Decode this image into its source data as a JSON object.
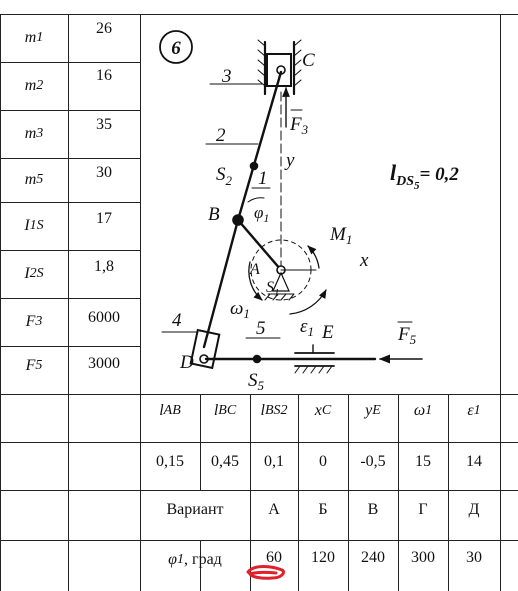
{
  "params": [
    {
      "symbol": "m",
      "sub": "1",
      "value": "26"
    },
    {
      "symbol": "m",
      "sub": "2",
      "value": "16"
    },
    {
      "symbol": "m",
      "sub": "3",
      "value": "35"
    },
    {
      "symbol": "m",
      "sub": "5",
      "value": "30"
    },
    {
      "symbol": "I",
      "sub": "1S",
      "value": "17"
    },
    {
      "symbol": "I",
      "sub": "2S",
      "value": "1,8"
    },
    {
      "symbol": "F",
      "sub": "3",
      "value": "6000"
    },
    {
      "symbol": "F",
      "sub": "5",
      "value": "3000"
    }
  ],
  "diagram": {
    "number": "6",
    "formula_l": "l",
    "formula_sub": "DS",
    "formula_subsub": "5",
    "formula_rest": "= 0,2",
    "labels": {
      "n3": "3",
      "C": "C",
      "F3": "F",
      "F3sub": "3",
      "n2": "2",
      "S2": "S",
      "S2sub": "2",
      "y": "y",
      "n1": "1",
      "B": "B",
      "phi1": "φ",
      "phi1sub": "1",
      "M1": "M",
      "M1sub": "1",
      "A": "A",
      "S1": "S",
      "S1sub": "1",
      "x": "x",
      "omega1": "ω",
      "omega1sub": "1",
      "n4": "4",
      "n5": "5",
      "eps1": "ε",
      "eps1sub": "1",
      "E": "E",
      "F5": "F",
      "F5sub": "5",
      "D": "D",
      "S5": "S",
      "S5sub": "5"
    }
  },
  "geom_header": [
    {
      "symbol": "l",
      "sub": "AB"
    },
    {
      "symbol": "l",
      "sub": "BC"
    },
    {
      "symbol": "l",
      "sub": "BS2"
    },
    {
      "symbol": "x",
      "sub": "C"
    },
    {
      "symbol": "y",
      "sub": "E"
    },
    {
      "symbol": "ω",
      "sub": "1"
    },
    {
      "symbol": "ε",
      "sub": "1"
    }
  ],
  "geom_values": [
    "0,15",
    "0,45",
    "0,1",
    "0",
    "-0,5",
    "15",
    "14"
  ],
  "variant_label": "Вариант",
  "variants": [
    "А",
    "Б",
    "В",
    "Г",
    "Д"
  ],
  "phi_label_symbol": "φ",
  "phi_label_sub": "1",
  "phi_label_unit": ", град",
  "phi_values": [
    "60",
    "120",
    "240",
    "300",
    "30"
  ],
  "colors": {
    "ink": "#111111",
    "annotation": "#e0202a"
  }
}
